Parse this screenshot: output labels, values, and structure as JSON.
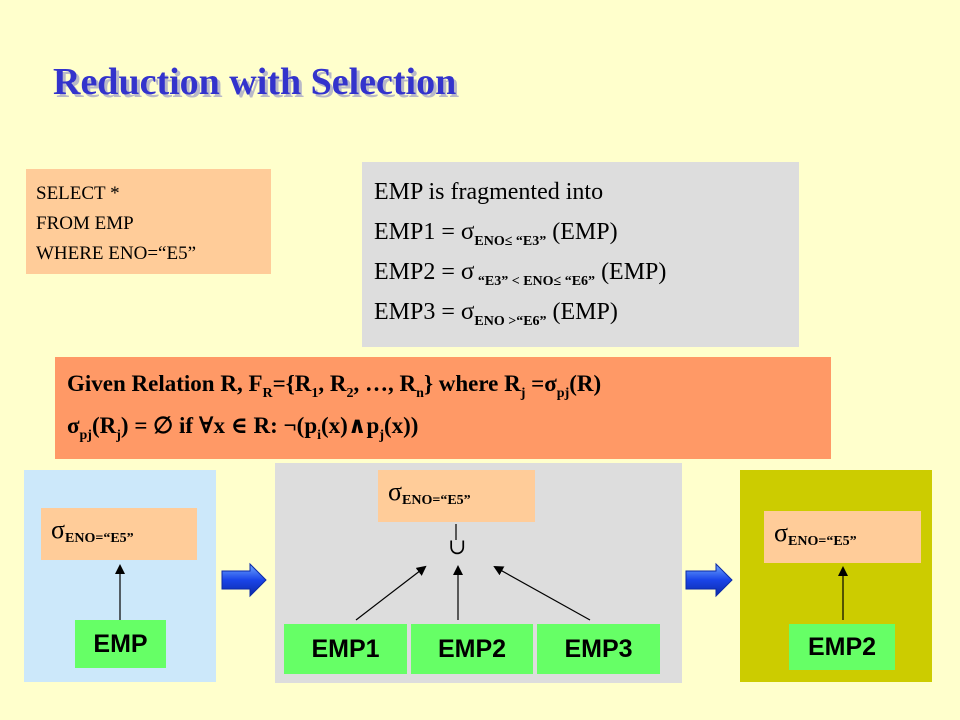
{
  "title": "Reduction with Selection",
  "sql": [
    "SELECT *",
    "FROM EMP",
    "WHERE ENO=“E5”"
  ],
  "fragmentation": {
    "intro": "EMP is fragmented into",
    "lines": [
      {
        "name": "EMP1 = ",
        "sub": "ENO≤ “E3”",
        "rest": " (EMP)"
      },
      {
        "name": "EMP2 = ",
        "sub": " “E3” < ENO≤ “E6”",
        "rest": " (EMP)"
      },
      {
        "name": "EMP3 = ",
        "sub": "ENO >“E6”",
        "rest": " (EMP)"
      }
    ]
  },
  "given": {
    "l1_a": "Given Relation R, F",
    "l1_fr_sub": "R",
    "l1_b": "={R",
    "l1_r1_sub": "1",
    "l1_c": ", R",
    "l1_r2_sub": "2",
    "l1_d": ", …, R",
    "l1_rn_sub": "n",
    "l1_e": "} where R",
    "l1_rj_sub": "j",
    "l1_f": " =",
    "l1_sig_sub": "pj",
    "l1_g": "(R)",
    "l2_sig_sub": "pj",
    "l2_a": "(R",
    "l2_rj_sub": "j",
    "l2_b": ") = ∅ if ∀x ∈ R: ¬(p",
    "l2_pi_sub": "i",
    "l2_c": "(x)∧p",
    "l2_pj_sub": "j",
    "l2_d": "(x))"
  },
  "sigma_symbol": "σ",
  "selection": "ENO=“E5”",
  "union_symbol": "∪",
  "relations": {
    "left": "EMP",
    "mid": [
      "EMP1",
      "EMP2",
      "EMP3"
    ],
    "right": "EMP2"
  },
  "colors": {
    "background": "#ffffcc",
    "title": "#3333cc",
    "relation_box": "#66ff66",
    "selection_box": "#ffcc99",
    "given_box": "#ff9966",
    "arrow": "#3355ff"
  }
}
